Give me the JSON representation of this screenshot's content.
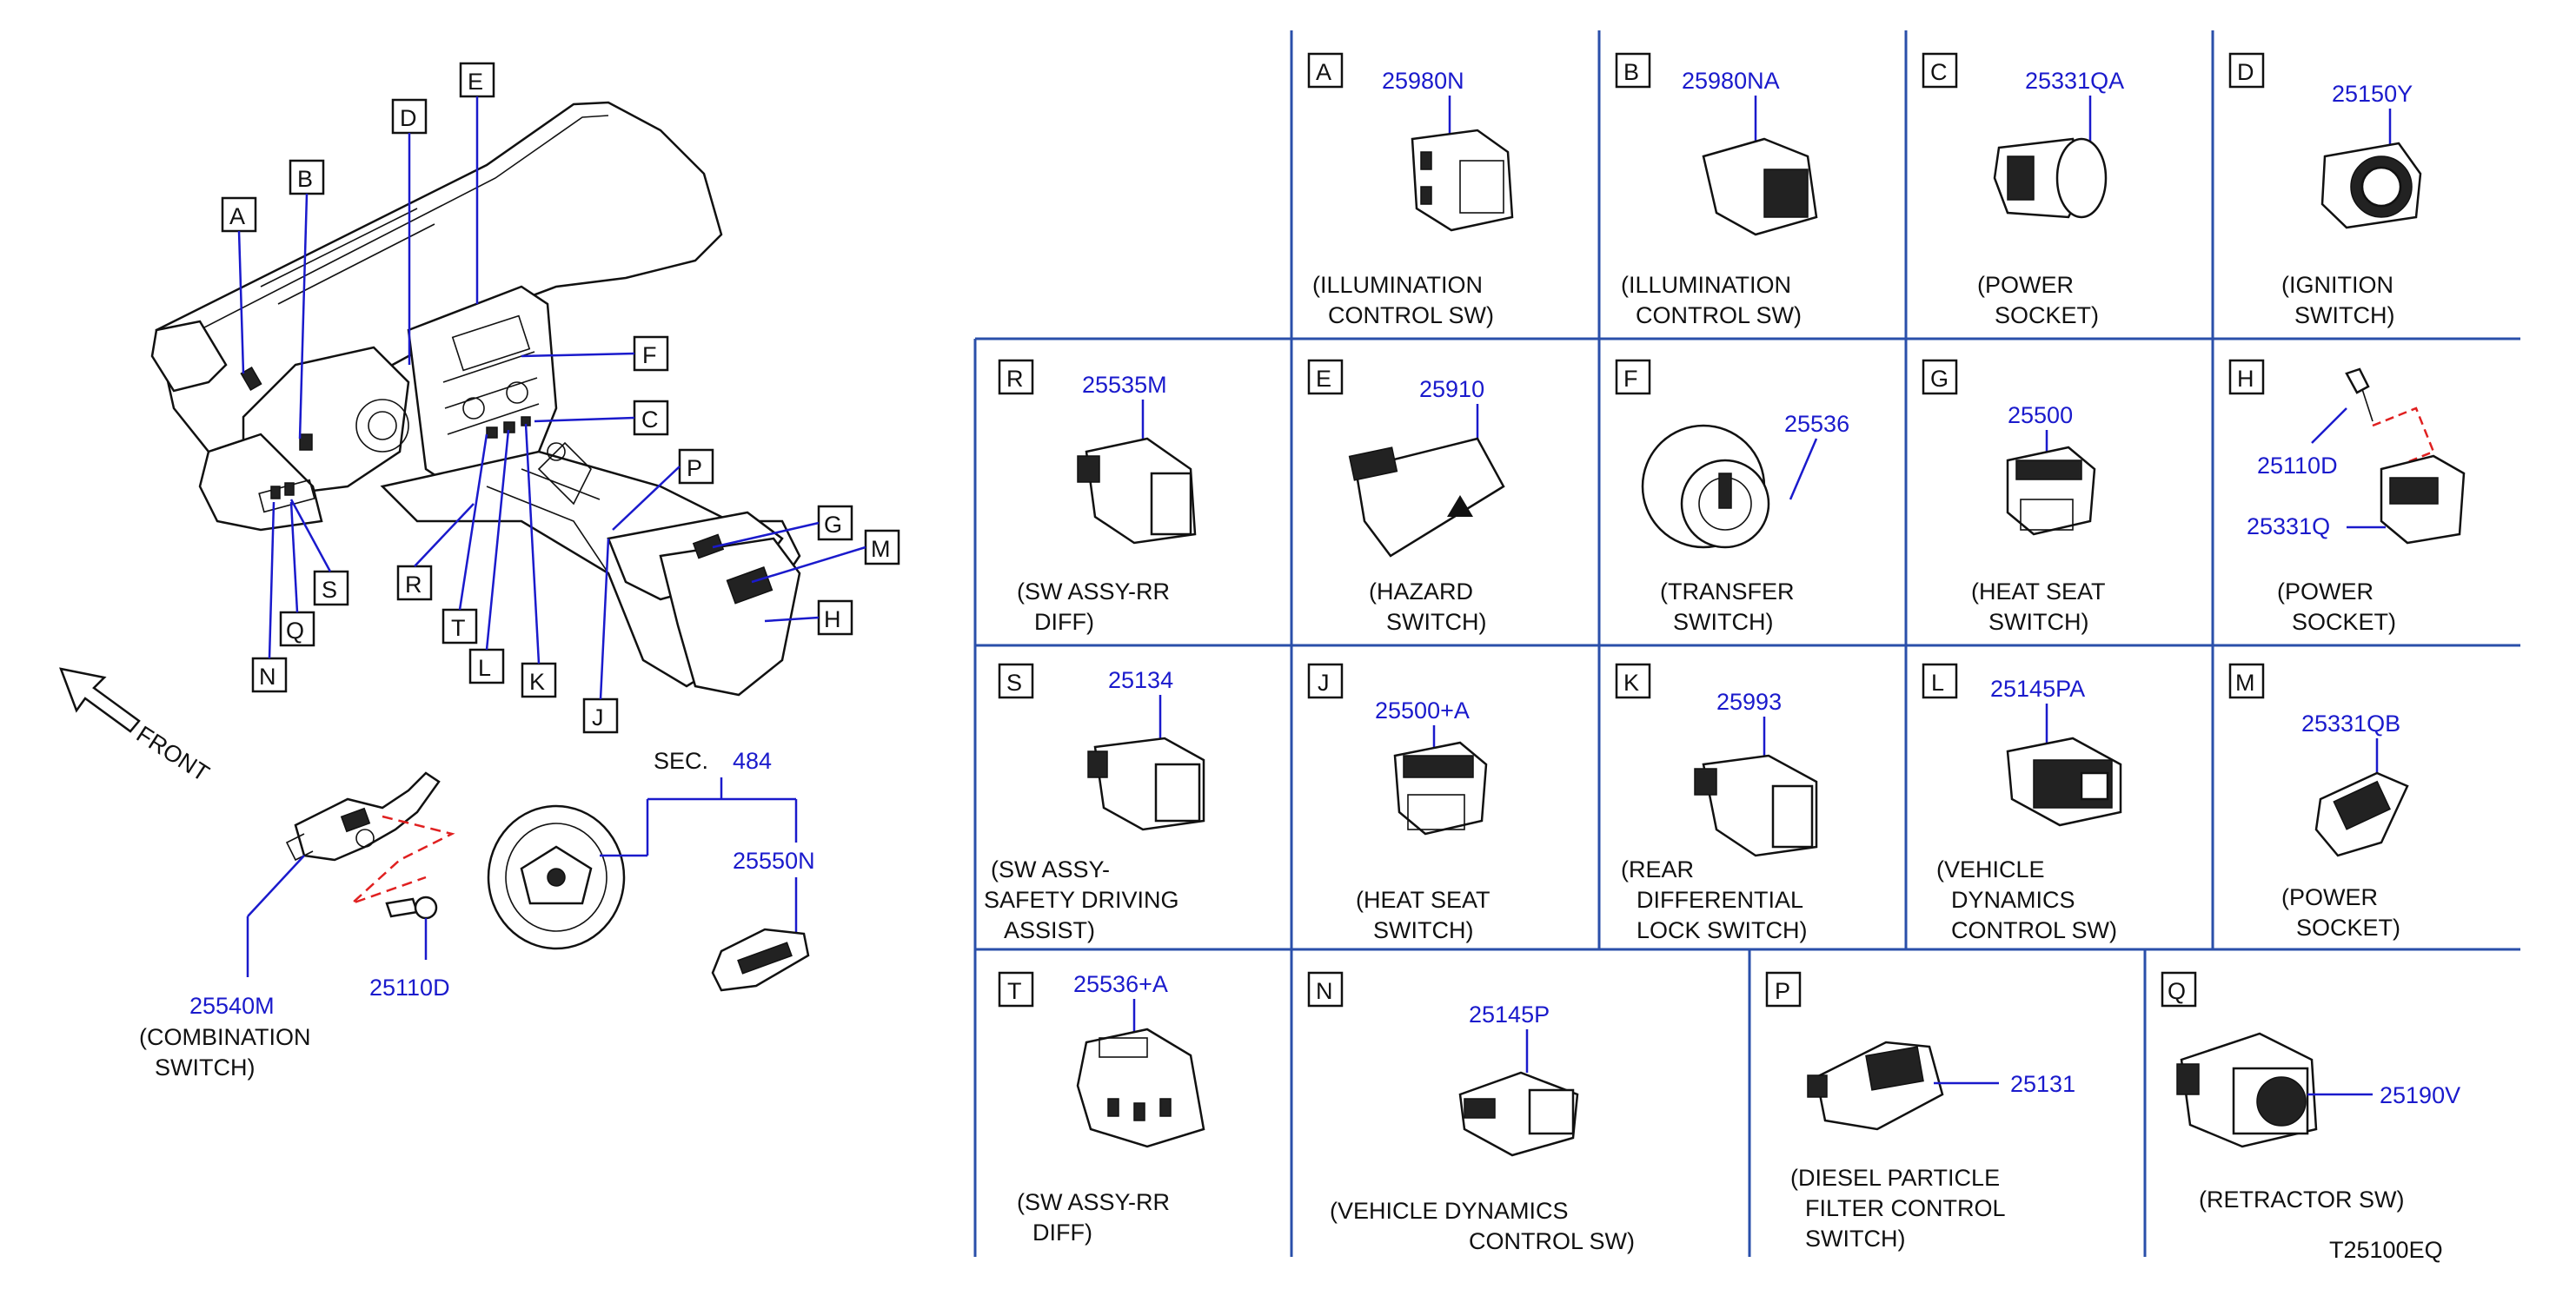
{
  "front_label": "FRONT",
  "sec_label": "SEC.",
  "sec_number": "484",
  "diagram_code": "T25100EQ",
  "left_parts": [
    {
      "id": "combination_switch",
      "number": "25540M",
      "caption": [
        "(COMBINATION",
        "SWITCH)"
      ]
    },
    {
      "id": "combination_screw",
      "number": "25110D",
      "caption": []
    },
    {
      "id": "steering_switch",
      "number": "25550N",
      "caption": []
    }
  ],
  "callout_letters": [
    "A",
    "B",
    "D",
    "E",
    "F",
    "C",
    "P",
    "G",
    "M",
    "H",
    "S",
    "Q",
    "N",
    "R",
    "T",
    "L",
    "K",
    "J"
  ],
  "cells": [
    {
      "letter": "A",
      "part": "25980N",
      "caption": [
        "(ILLUMINATION",
        "CONTROL  SW)"
      ]
    },
    {
      "letter": "B",
      "part": "25980NA",
      "caption": [
        "(ILLUMINATION",
        "CONTROL  SW)"
      ]
    },
    {
      "letter": "C",
      "part": "25331QA",
      "caption": [
        "(POWER",
        "SOCKET)"
      ]
    },
    {
      "letter": "D",
      "part": "25150Y",
      "caption": [
        "(IGNITION",
        "SWITCH)"
      ]
    },
    {
      "letter": "R",
      "part": "25535M",
      "caption": [
        "(SW  ASSY-RR",
        "DIFF)"
      ]
    },
    {
      "letter": "E",
      "part": "25910",
      "caption": [
        "(HAZARD",
        "SWITCH)"
      ]
    },
    {
      "letter": "F",
      "part": "25536",
      "caption": [
        "(TRANSFER",
        "SWITCH)"
      ]
    },
    {
      "letter": "G",
      "part": "25500",
      "caption": [
        "(HEAT  SEAT",
        "SWITCH)"
      ]
    },
    {
      "letter": "H",
      "part": "25110D",
      "part2": "25331Q",
      "caption": [
        "(POWER",
        "SOCKET)"
      ]
    },
    {
      "letter": "S",
      "part": "25134",
      "caption": [
        "(SW  ASSY-",
        "SAFETY  DRIVING",
        "ASSIST)"
      ]
    },
    {
      "letter": "J",
      "part": "25500+A",
      "caption": [
        "(HEAT  SEAT",
        "SWITCH)"
      ]
    },
    {
      "letter": "K",
      "part": "25993",
      "caption": [
        "(REAR",
        "DIFFERENTIAL",
        "LOCK  SWITCH)"
      ]
    },
    {
      "letter": "L",
      "part": "25145PA",
      "caption": [
        "(VEHICLE",
        "DYNAMICS",
        "CONTROL  SW)"
      ]
    },
    {
      "letter": "M",
      "part": "25331QB",
      "caption": [
        "(POWER",
        "SOCKET)"
      ]
    },
    {
      "letter": "T",
      "part": "25536+A",
      "caption": [
        "(SW  ASSY-RR",
        "DIFF)"
      ]
    },
    {
      "letter": "N",
      "part": "25145P",
      "caption": [
        "(VEHICLE  DYNAMICS",
        "CONTROL  SW)"
      ]
    },
    {
      "letter": "P",
      "part": "25131",
      "caption": [
        "(DIESEL  PARTICLE",
        "FILTER  CONTROL",
        "SWITCH)"
      ]
    },
    {
      "letter": "Q",
      "part": "25190V",
      "caption": [
        "(RETRACTOR  SW)"
      ]
    }
  ]
}
